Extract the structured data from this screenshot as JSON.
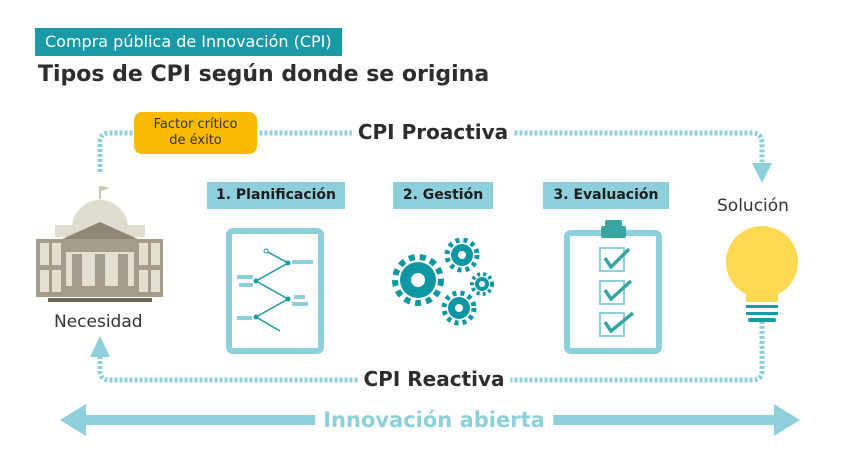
{
  "header": {
    "tag": "Compra pública de Innovación (CPI)",
    "title": "Tipos de CPI según donde se origina"
  },
  "factor": {
    "line1": "Factor crítico",
    "line2": "de éxito"
  },
  "flows": {
    "proactive": "CPI Proactiva",
    "reactive": "CPI Reactiva"
  },
  "steps": [
    {
      "label": "1. Planificación"
    },
    {
      "label": "2. Gestión"
    },
    {
      "label": "3. Evaluación"
    }
  ],
  "nodes": {
    "need": "Necesidad",
    "solution": "Solución"
  },
  "bottom": {
    "label": "Innovación abierta"
  },
  "colors": {
    "teal": "#1a9aa6",
    "light_blue": "#8ecfdc",
    "orange": "#fbb900",
    "yellow": "#fdd853",
    "stone": "#a59d8c"
  }
}
